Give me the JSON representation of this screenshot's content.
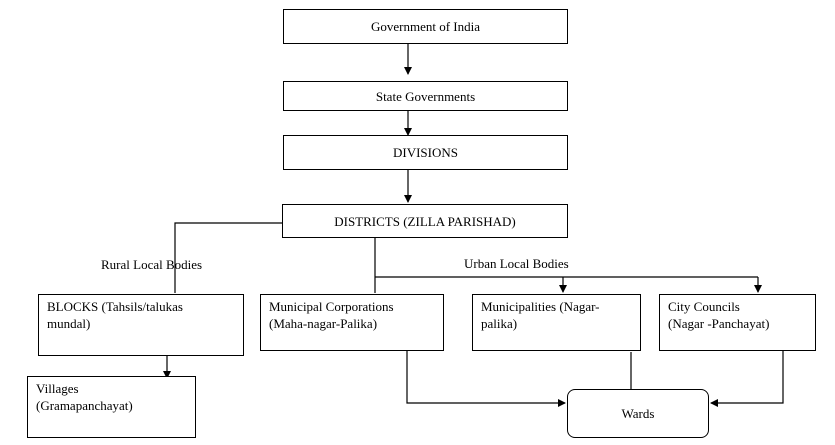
{
  "nodes": {
    "government": "Government of India",
    "state": "State Governments",
    "divisions": "DIVISIONS",
    "districts": "DISTRICTS (ZILLA PARISHAD)",
    "blocks": [
      "BLOCKS (Tahsils/talukas",
      "mundal)"
    ],
    "villages": [
      "Villages",
      "(Gramapanchayat)"
    ],
    "municipal_corporations": [
      "Municipal Corporations",
      "(Maha-nagar-Palika)"
    ],
    "municipalities": [
      "Municipalities (Nagar-",
      "palika)"
    ],
    "city_councils": [
      "City Councils",
      "(Nagar -Panchayat)"
    ],
    "wards": "Wards"
  },
  "labels": {
    "rural": "Rural Local Bodies",
    "urban": "Urban Local Bodies"
  }
}
